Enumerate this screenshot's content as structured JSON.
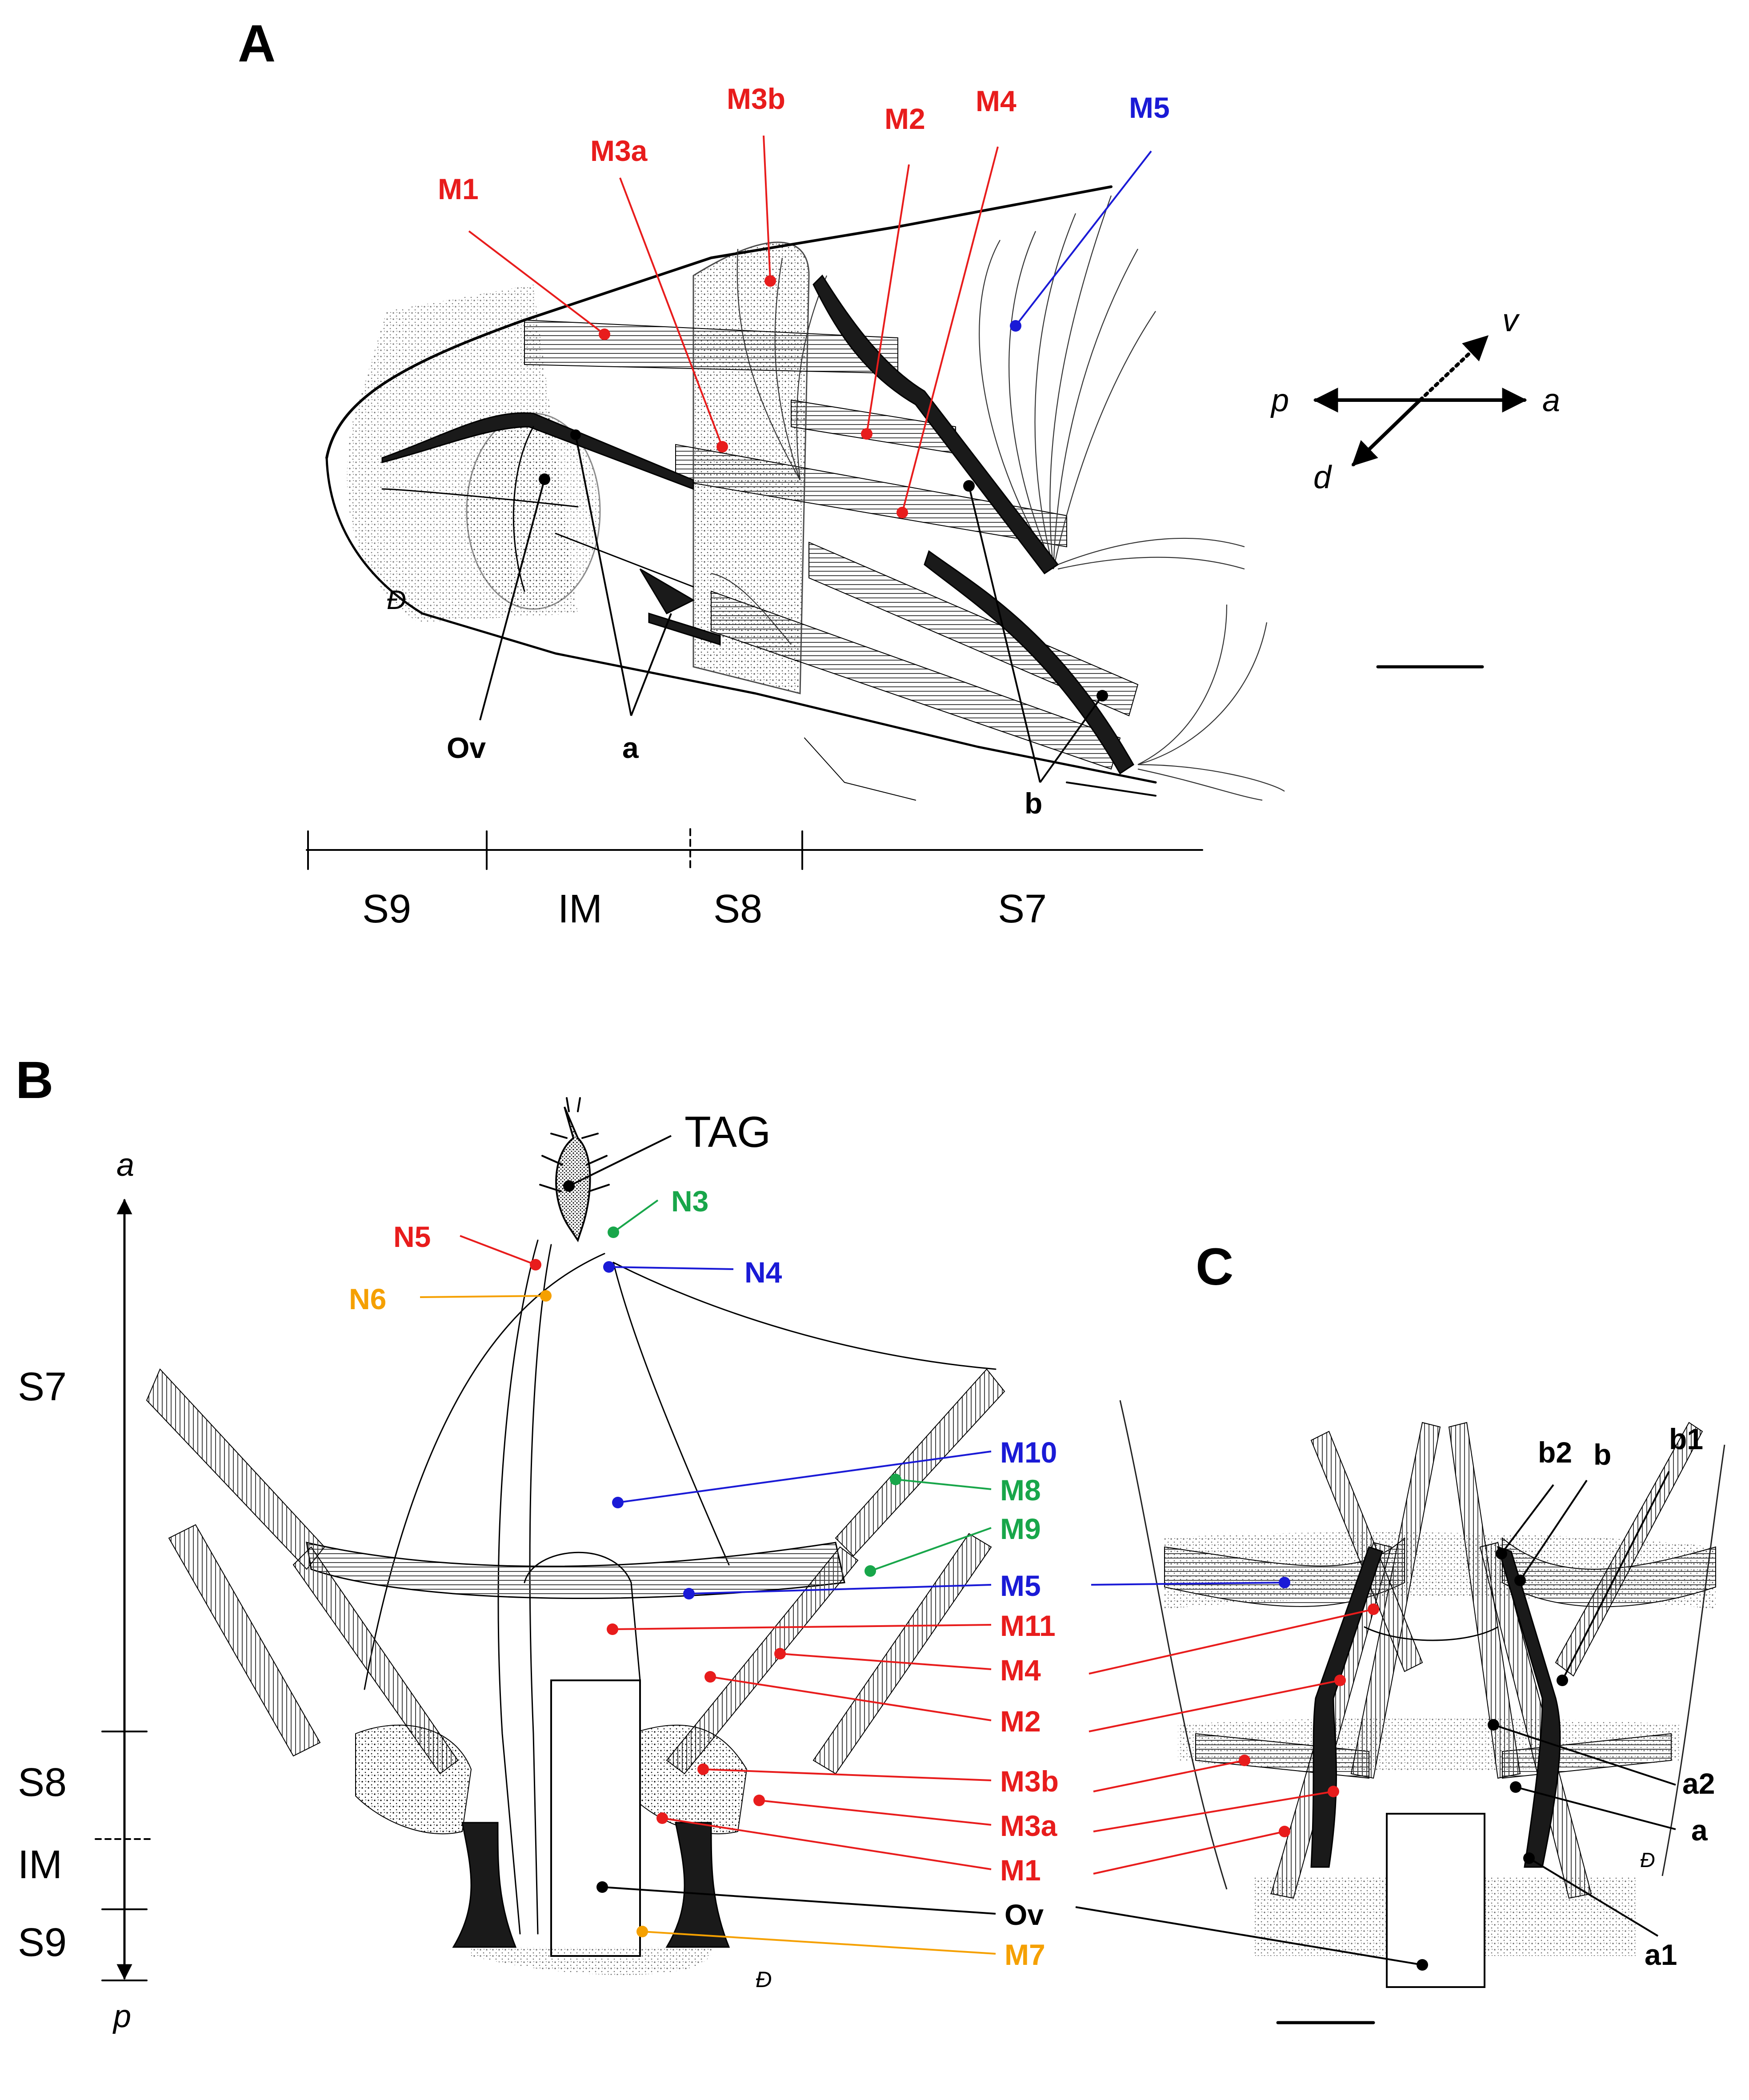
{
  "panels": {
    "A": "A",
    "B": "B",
    "C": "C"
  },
  "colors": {
    "red": "#e81c1c",
    "blue": "#1a1ad6",
    "green": "#18a64a",
    "orange": "#f5a000",
    "black": "#000000"
  },
  "panelA": {
    "labels": {
      "M1": "M1",
      "M3a": "M3a",
      "M3b": "M3b",
      "M2": "M2",
      "M4": "M4",
      "M5": "M5",
      "Ov": "Ov",
      "a": "a",
      "b": "b"
    },
    "segments": [
      "S9",
      "IM",
      "S8",
      "S7"
    ],
    "axes": {
      "p": "p",
      "a": "a",
      "v": "v",
      "d": "d"
    }
  },
  "panelB": {
    "labels": {
      "TAG": "TAG",
      "N3": "N3",
      "N4": "N4",
      "N5": "N5",
      "N6": "N6",
      "M10": "M10",
      "M8": "M8",
      "M9": "M9",
      "M5": "M5",
      "M11": "M11",
      "M4": "M4",
      "M2": "M2",
      "M3b": "M3b",
      "M3a": "M3a",
      "M1": "M1",
      "Ov": "Ov",
      "M7": "M7"
    },
    "segments": [
      "S7",
      "S8",
      "IM",
      "S9"
    ],
    "axis": {
      "top": "a",
      "bottom": "p"
    }
  },
  "panelC": {
    "labels": {
      "b2": "b2",
      "b": "b",
      "b1": "b1",
      "a2": "a2",
      "a": "a",
      "a1": "a1"
    }
  }
}
